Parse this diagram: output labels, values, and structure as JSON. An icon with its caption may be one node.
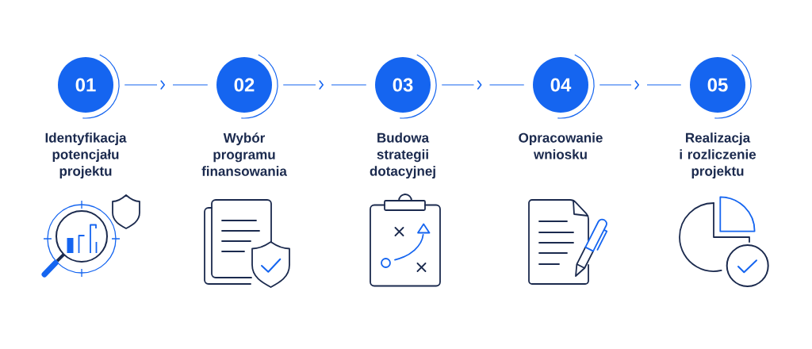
{
  "diagram": {
    "nodes": [
      {
        "text": [
          "01"
        ],
        "beside": [
          "Identyfikacja potencjału projektu"
        ]
      },
      {
        "text": [
          "02"
        ],
        "beside": [
          "Wybór programu finansowania"
        ]
      },
      {
        "text": [
          "03"
        ],
        "beside": [
          "Budowa strategii dotacyjnej"
        ]
      },
      {
        "text": [
          "04"
        ],
        "beside": [
          "Opracowanie wniosku"
        ]
      },
      {
        "text": [
          "05"
        ],
        "beside": [
          "Realizacja i rozliczenie projektu"
        ]
      }
    ],
    "edges": [
      {
        "from": 0,
        "to": 1,
        "arrow": "to"
      },
      {
        "from": 1,
        "to": 2,
        "arrow": "to"
      },
      {
        "from": 2,
        "to": 3,
        "arrow": "to"
      },
      {
        "from": 3,
        "to": 4,
        "arrow": "to"
      }
    ]
  }
}
